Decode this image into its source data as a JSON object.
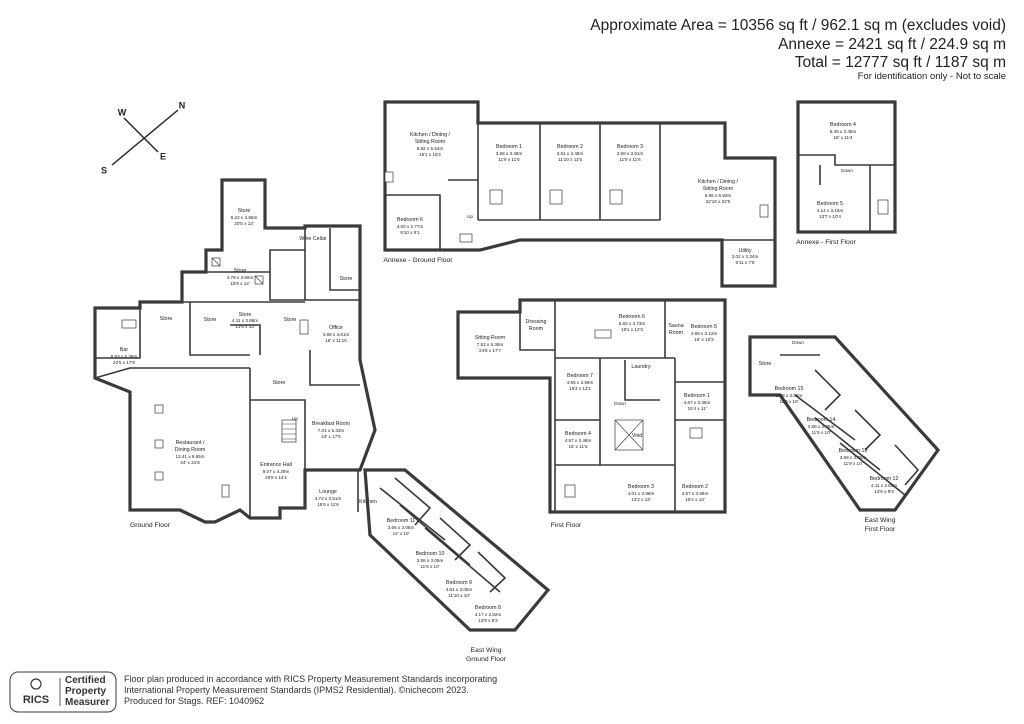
{
  "header": {
    "area_line": "Approximate Area = 10356 sq ft / 962.1 sq m (excludes void)",
    "annexe_line": "Annexe = 2421 sq ft / 224.9 sq m",
    "total_line": "Total = 12777 sq ft / 1187 sq m",
    "note": "For identification only - Not to scale"
  },
  "compass": {
    "n": "N",
    "s": "S",
    "e": "E",
    "w": "W"
  },
  "floors": {
    "ground": "Ground Floor",
    "first": "First Floor",
    "annexe_ground": "Annexe - Ground Floor",
    "annexe_first": "Annexe - First Floor",
    "east_ground_1": "East Wing",
    "east_ground_2": "Ground Floor",
    "east_first_1": "East Wing",
    "east_first_2": "First Floor"
  },
  "rooms": {
    "store_top": {
      "name": "Store",
      "dim1": "6.22 x 3.66m",
      "dim2": "20'5 x 12'"
    },
    "store_mid": {
      "name": "Store",
      "dim1": "4.78 x 3.66m",
      "dim2": "15'8 x 12'"
    },
    "wine_cellar": {
      "name": "Wine Cellar"
    },
    "store_r": {
      "name": "Store"
    },
    "store_bar": {
      "name": "Store"
    },
    "store_a": {
      "name": "Store"
    },
    "store_b": {
      "name": "Store",
      "dim1": "4.11 x 3.96m",
      "dim2": "13'6 x 13'"
    },
    "store_c": {
      "name": "Store"
    },
    "office": {
      "name": "Office",
      "dim1": "4.88 x 3.61m",
      "dim2": "16' x 11'10"
    },
    "bar": {
      "name": "Bar",
      "dim1": "6.83 x 5.38m",
      "dim2": "22'5 x 17'8"
    },
    "store_d": {
      "name": "Store"
    },
    "restaurant": {
      "name1": "Restaurant /",
      "name2": "Dining Room",
      "dim1": "13.41 x 9.65m",
      "dim2": "44' x 31'8"
    },
    "breakfast": {
      "name": "Breakfast Room",
      "dim1": "7.01 x 5.33m",
      "dim2": "23' x 17'6"
    },
    "entrance": {
      "name": "Entrance Hall",
      "dim1": "9.07 x 4.29m",
      "dim2": "29'9 x 14'1"
    },
    "lounge": {
      "name": "Lounge",
      "dim1": "4.72 x 3.51m",
      "dim2": "15'6 x 11'6"
    },
    "kitchen_g": {
      "name": "Kitchen"
    },
    "bed11": {
      "name": "Bedroom 11",
      "dim1": "3.66 x 3.05m",
      "dim2": "12' x 10'"
    },
    "bed10": {
      "name": "Bedroom 10",
      "dim1": "3.58 x 3.05m",
      "dim2": "11'9 x 10'"
    },
    "bed9": {
      "name": "Bedroom 9",
      "dim1": "3.61 x 3.05m",
      "dim2": "11'10 x 10'"
    },
    "bed8": {
      "name": "Bedroom 8",
      "dim1": "4.17 x 2.82m",
      "dim2": "13'8 x 9'3"
    },
    "ax_kitchen": {
      "name1": "Kitchen / Dining /",
      "name2": "Sitting Room",
      "dim1": "5.82 x 5.54m",
      "dim2": "19'1 x 18'2"
    },
    "ax_bed1": {
      "name": "Bedroom 1",
      "dim1": "3.58 x 3.48m",
      "dim2": "11'9 x 11'5"
    },
    "ax_bed2": {
      "name": "Bedroom 2",
      "dim1": "3.61 x 3.48m",
      "dim2": "11'10 x 11'5"
    },
    "ax_bed3": {
      "name": "Bedroom 3",
      "dim1": "3.58 x 3.51m",
      "dim2": "11'9 x 11'6"
    },
    "ax_kitchen2": {
      "name1": "Kitchen / Dining /",
      "name2": "Sitting Room",
      "dim1": "6.96 x 6.93m",
      "dim2": "22'10 x 22'9"
    },
    "ax_bed6": {
      "name": "Bedroom 6",
      "dim1": "3.00 x 2.77m",
      "dim2": "9'10 x 9'1"
    },
    "ax_utility": {
      "name": "Utility",
      "dim1": "3.02 x 2.34m",
      "dim2": "9'11 x 7'8"
    },
    "ax_bed4": {
      "name": "Bedroom 4",
      "dim1": "5.49 x 3.45m",
      "dim2": "18' x 11'4"
    },
    "ax_bed5": {
      "name": "Bedroom 5",
      "dim1": "4.14 x 3.15m",
      "dim2": "13'7 x 10'4"
    },
    "ff_sitting": {
      "name": "Sitting Room",
      "dim1": "7.53 x 5.36m",
      "dim2": "24'8 x 17'7"
    },
    "ff_dressing": {
      "name1": "Dressing",
      "name2": "Room"
    },
    "ff_bed6": {
      "name": "Bedroom 6",
      "dim1": "5.82 x 3.73m",
      "dim2": "19'1 x 12'3"
    },
    "ff_sauna": {
      "name1": "Sauna",
      "name2": "Room"
    },
    "ff_bed5": {
      "name": "Bedroom 5",
      "dim1": "4.88 x 3.12m",
      "dim2": "16' x 10'3"
    },
    "ff_laundry": {
      "name": "Laundry"
    },
    "ff_bed7": {
      "name": "Bedroom 7",
      "dim1": "4.65 x 3.99m",
      "dim2": "15'3 x 13'1"
    },
    "ff_bed1": {
      "name": "Bedroom 1",
      "dim1": "4.67 x 3.35m",
      "dim2": "15'4 x 11'"
    },
    "ff_bed4": {
      "name": "Bedroom 4",
      "dim1": "4.57 x 3.48m",
      "dim2": "15' x 11'5"
    },
    "ff_void": {
      "name": "Void"
    },
    "ff_bed3": {
      "name": "Bedroom 3",
      "dim1": "4.01 x 3.96m",
      "dim2": "13'2 x 13'"
    },
    "ff_bed2": {
      "name": "Bedroom 2",
      "dim1": "4.67 x 3.96m",
      "dim2": "15'4 x 13'"
    },
    "ew_store": {
      "name": "Store"
    },
    "ew_bed15": {
      "name": "Bedroom 15",
      "dim1": "3.58 x 3.05m",
      "dim2": "11'9 x 10'"
    },
    "ew_bed14": {
      "name": "Bedroom 14",
      "dim1": "3.58 x 3.05m",
      "dim2": "11'9 x 10'"
    },
    "ew_bed13": {
      "name": "Bedroom 13",
      "dim1": "3.58 x 3.05m",
      "dim2": "11'9 x 10'"
    },
    "ew_bed12": {
      "name": "Bedroom 12",
      "dim1": "4.11 x 2.82m",
      "dim2": "13'6 x 9'3"
    }
  },
  "stair_labels": {
    "up": "Up",
    "down": "Down"
  },
  "footer": {
    "rics": "RICS",
    "cert1": "Certified",
    "cert2": "Property",
    "cert3": "Measurer",
    "line1": "Floor plan produced in accordance with RICS Property Measurement Standards incorporating",
    "line2": "International Property Measurement Standards (IPMS2 Residential). ©nichecom 2023.",
    "line3": "Produced for Stags.   REF: 1040962"
  }
}
